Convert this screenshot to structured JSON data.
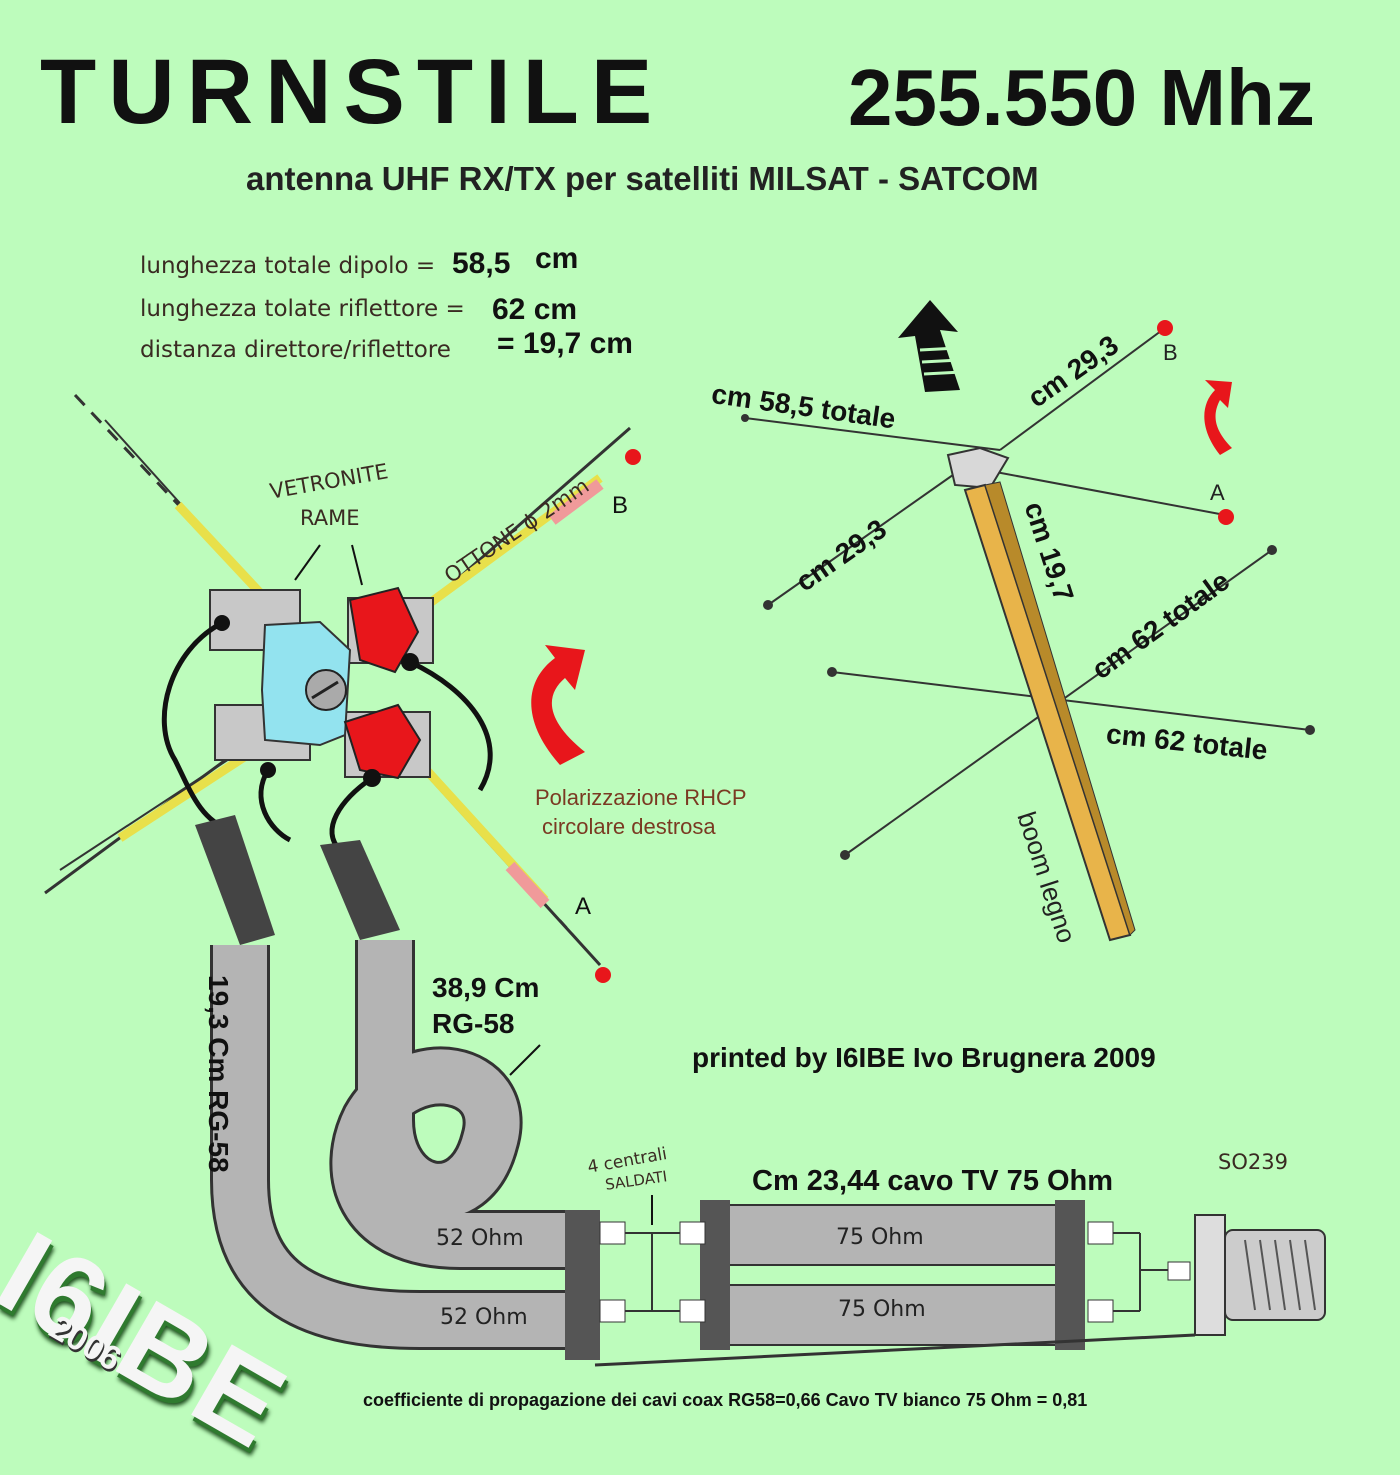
{
  "header": {
    "title": "TURNSTILE",
    "frequency": "255.550 Mhz",
    "subtitle": "antenna UHF  RX/TX per satelliti MILSAT - SATCOM"
  },
  "specs": {
    "dipole_label": "lunghezza totale dipolo =",
    "dipole_value": "58,5",
    "dipole_unit": "cm",
    "reflector_label": "lunghezza tolate riflettore =",
    "reflector_value": "62 cm",
    "distance_label": "distanza direttore/riflettore",
    "distance_value": "= 19,7 cm"
  },
  "left_sketch": {
    "vetronite": "VETRONITE",
    "rame": "RAME",
    "ottone": "OTTONE ϕ 2mm",
    "point_b": "B",
    "point_a": "A",
    "polarization_line1": "Polarizzazione RHCP",
    "polarization_line2": "circolare destrosa",
    "cable_long": "19,3 Cm RG-58",
    "cable_short_len": "38,9 Cm",
    "cable_short_type": "RG-58"
  },
  "right_sketch": {
    "dipole_total": "cm 58,5 totale",
    "half_top": "cm 29,3",
    "half_left": "cm 29,3",
    "spacing": "cm 19,7",
    "reflector_total_1": "cm 62 totale",
    "reflector_total_2": "cm 62 totale",
    "boom": "boom legno",
    "point_b": "B",
    "point_a": "A"
  },
  "credit": "printed by I6IBE Ivo Brugnera 2009",
  "harness": {
    "centrali_line1": "4 centrali",
    "centrali_line2": "SALDATI",
    "tv_cable": "Cm 23,44 cavo TV  75 Ohm",
    "connector": "SO239",
    "ohm52_top": "52 Ohm",
    "ohm52_bottom": "52 Ohm",
    "ohm75_top": "75 Ohm",
    "ohm75_bottom": "75 Ohm"
  },
  "logo": {
    "callsign": "I6IBE",
    "year": "2006"
  },
  "footer": "coefficiente di propagazione dei cavi coax RG58=0,66  Cavo TV bianco 75 Ohm = 0,81",
  "colors": {
    "background": "#bdfcbc",
    "accent_red": "#e8161b",
    "cable_gray": "#b4b4b4",
    "wood": "#e8b44a",
    "pcb_blue": "#93e3ef"
  }
}
